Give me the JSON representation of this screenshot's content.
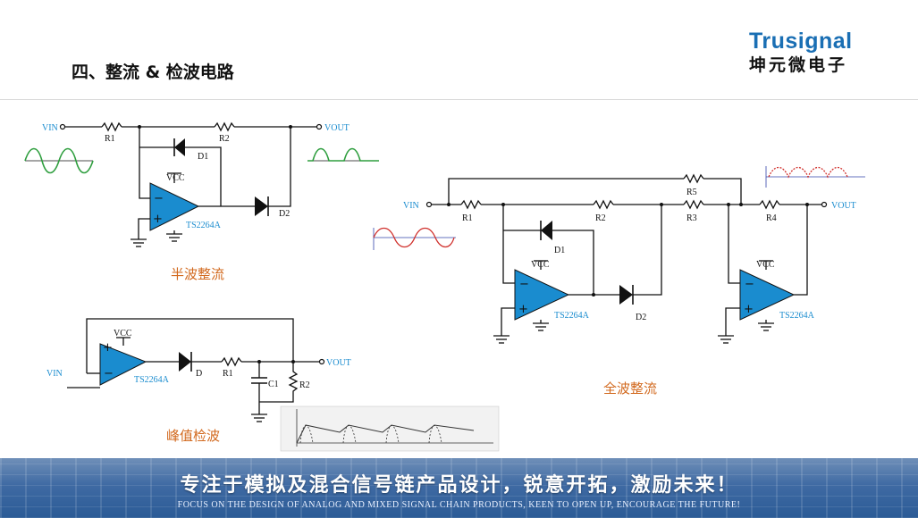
{
  "slide": {
    "title": "四、整流 & 检波电路",
    "brand_en": "Trusignal",
    "brand_cn": "坤元微电子"
  },
  "half_wave": {
    "caption": "半波整流",
    "vin": "VIN",
    "vout": "VOUT",
    "r1": "R1",
    "r2": "R2",
    "d1": "D1",
    "d2": "D2",
    "vcc": "VCC",
    "opamp": "TS2264A"
  },
  "full_wave": {
    "caption": "全波整流",
    "vin": "VIN",
    "vout": "VOUT",
    "r1": "R1",
    "r2": "R2",
    "r3": "R3",
    "r4": "R4",
    "r5": "R5",
    "d1": "D1",
    "d2": "D2",
    "vcc1": "VCC",
    "vcc2": "VCC",
    "opamp1": "TS2264A",
    "opamp2": "TS2264A"
  },
  "peak_detect": {
    "caption": "峰值检波",
    "vin": "VIN",
    "vout": "VOUT",
    "d": "D",
    "r1": "R1",
    "r2": "R2",
    "c1": "C1",
    "vcc": "VCC",
    "opamp": "TS2264A"
  },
  "footer": {
    "slogan": "专注于模拟及混合信号链产品设计，锐意开拓，激励未来！",
    "subtitle": "FOCUS ON THE DESIGN OF ANALOG AND MIXED SIGNAL CHAIN PRODUCTS, KEEN TO OPEN UP, ENCOURAGE THE FUTURE!"
  },
  "colors": {
    "opamp_fill": "#1a8ccf",
    "caption": "#d2691e",
    "brand_blue": "#1a6fb4",
    "wave_green": "#2e9e3e",
    "wave_red": "#d0302c"
  }
}
